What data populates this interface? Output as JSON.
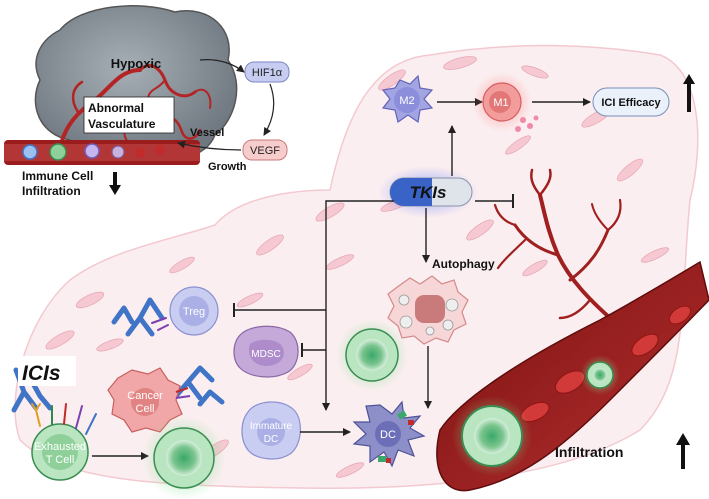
{
  "labels": {
    "hypoxic": "Hypoxic",
    "abnormal_vasculature_1": "Abnormal",
    "abnormal_vasculature_2": "Vasculature",
    "hif1a": "HIF1α",
    "vegf": "VEGF",
    "vessel_growth_1": "Vessel",
    "vessel_growth_2": "Growth",
    "immune_infiltration_1": "Immune Cell",
    "immune_infiltration_2": "Infiltration",
    "m2": "M2",
    "m1": "M1",
    "ici_efficacy": "ICI Efficacy",
    "tkis": "TKIs",
    "autophagy": "Autophagy",
    "treg": "Treg",
    "mdsc": "MDSC",
    "icis": "ICIs",
    "cancer_cell_1": "Cancer",
    "cancer_cell_2": "Cell",
    "immature_dc_1": "Immature",
    "immature_dc_2": "DC",
    "dc": "DC",
    "exhausted_t_1": "Exhausted",
    "exhausted_t_2": "T Cell",
    "infiltration": "Infiltration"
  },
  "icons": {
    "down_arrow": "down-arrow-icon",
    "up_arrow": "up-arrow-icon",
    "antibody": "antibody-icon",
    "pill": "capsule-icon"
  },
  "colors": {
    "tumor_gray": "#8d969e",
    "vessel_red": "#9b1c1c",
    "tissue_pink": "#fbeef0",
    "tkis_blue": "#3a63c8",
    "antibody_blue": "#3f74c7",
    "t_cell_green": "#8fd09a",
    "m2_purple": "#9b9ce0",
    "m1_red": "#ef8a8a"
  }
}
